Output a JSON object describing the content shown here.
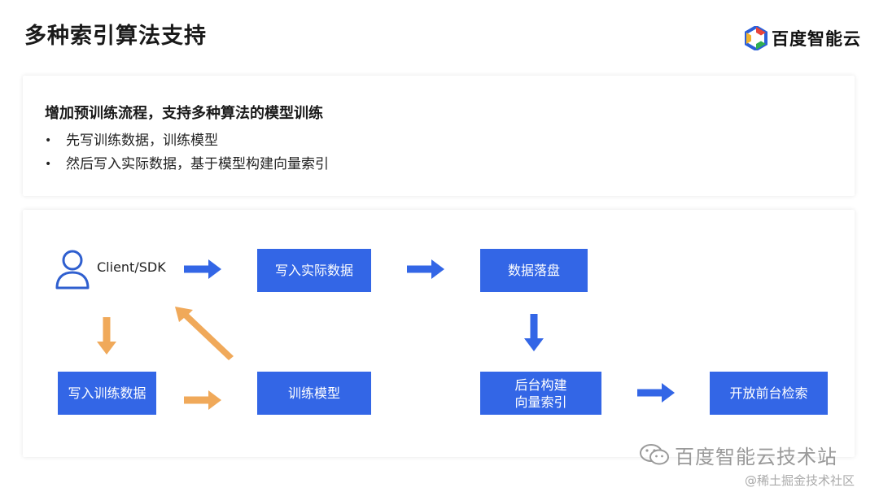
{
  "slide": {
    "title": "多种索引算法支持",
    "logo_text": "百度智能云"
  },
  "summary": {
    "headline": "增加预训练流程，支持多种算法的模型训练",
    "bullets": [
      "先写训练数据，训练模型",
      "然后写入实际数据，基于模型构建向量索引"
    ]
  },
  "diagram": {
    "client_label": "Client/SDK",
    "write_actual_data": "写入实际数据",
    "persist_data": "数据落盘",
    "write_training_data": "写入训练数据",
    "train_model": "训练模型",
    "build_index": "后台构建\n向量索引",
    "open_search": "开放前台检索",
    "colors": {
      "box": "#3366e6",
      "blue_arrow": "#3366e6",
      "orange_arrow": "#f0a95a"
    }
  },
  "watermark": {
    "text": "百度智能云技术站",
    "footer": "@稀土掘金技术社区"
  }
}
